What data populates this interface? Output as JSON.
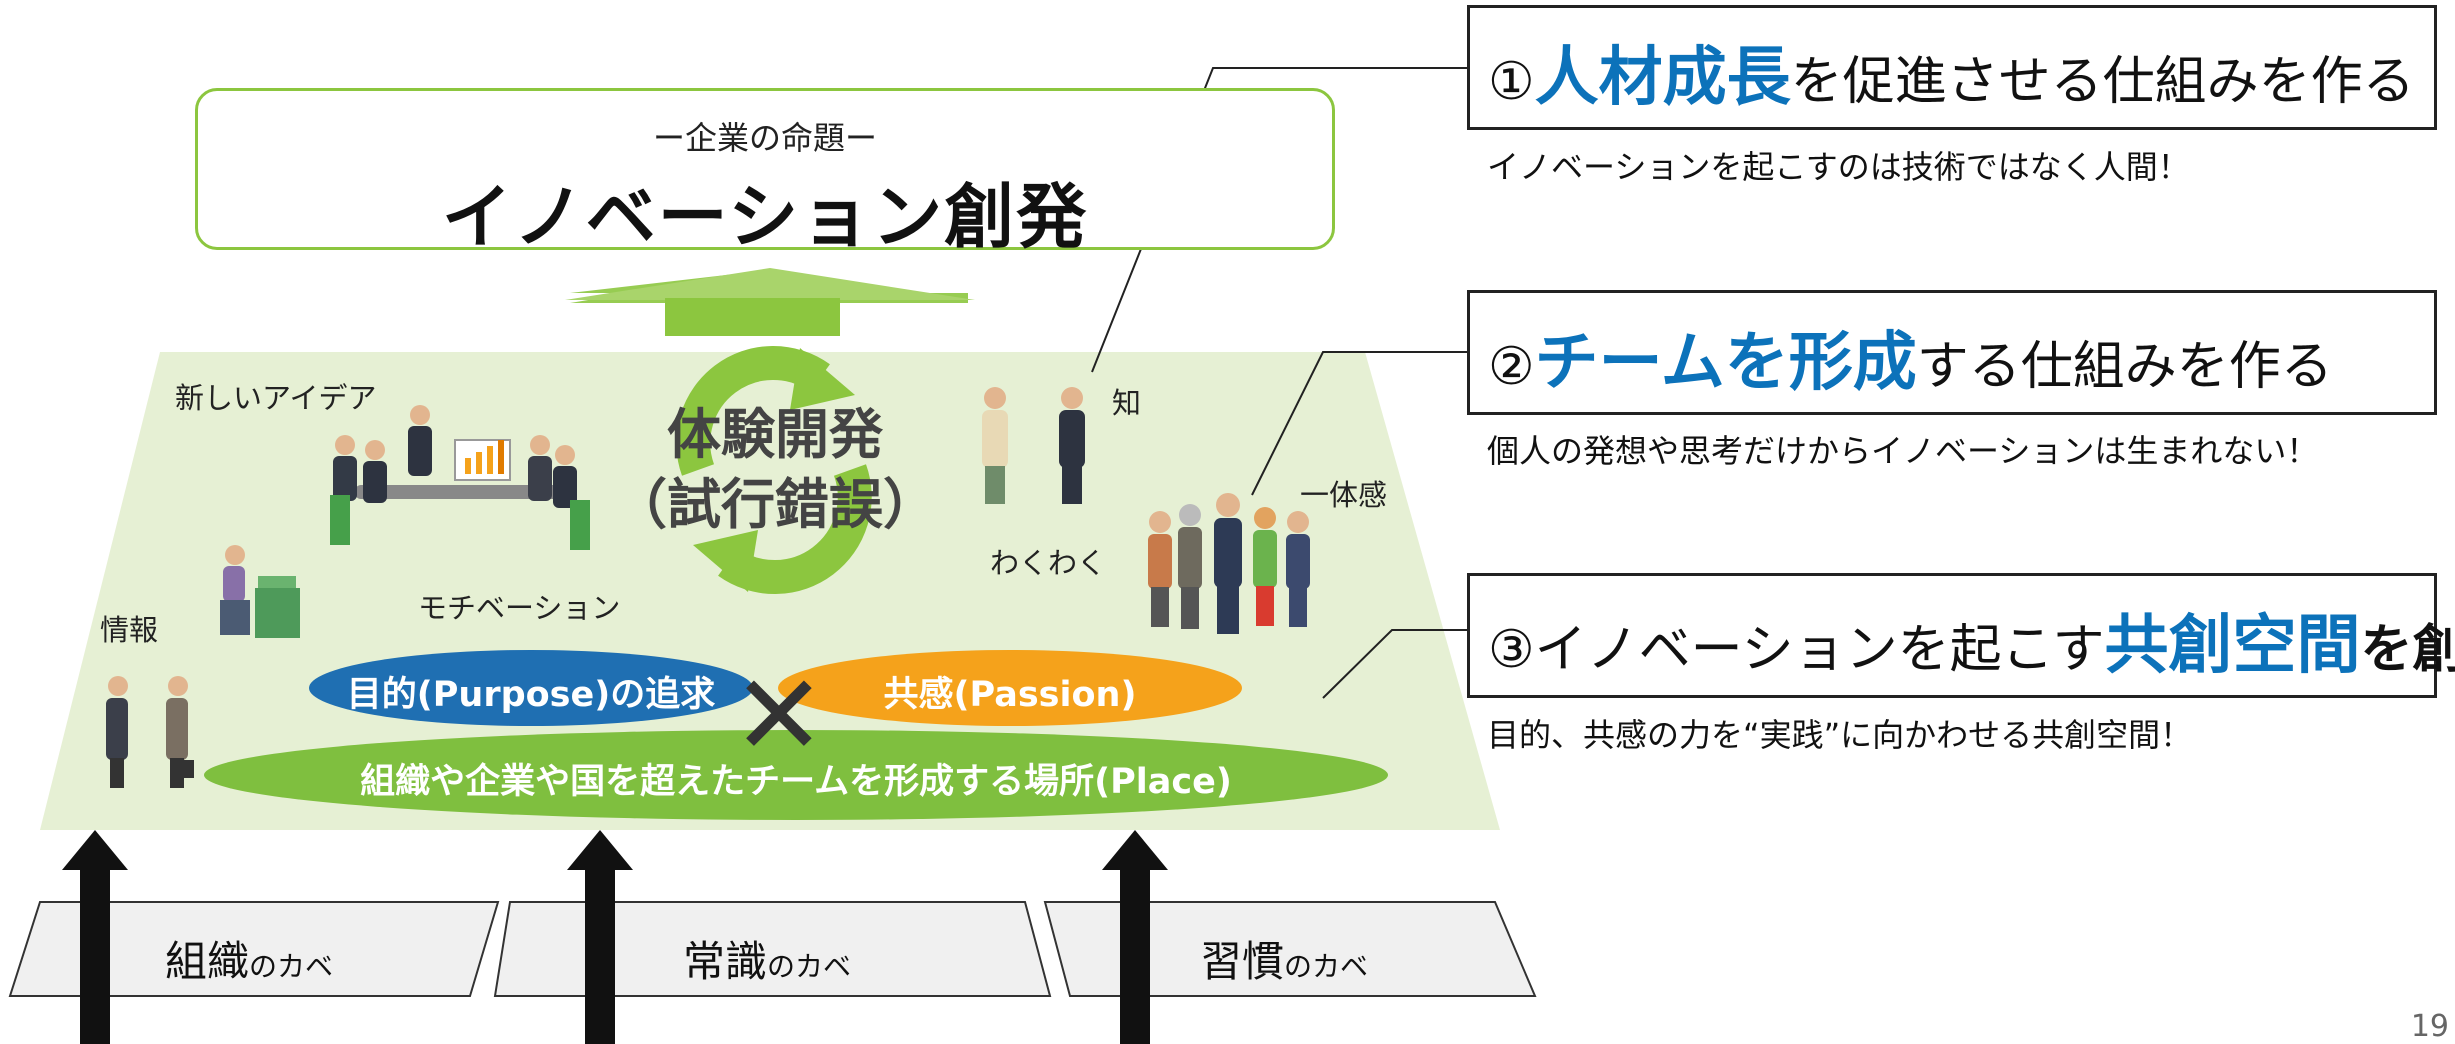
{
  "proposition": {
    "subtitle": "ー企業の命題ー",
    "title": "イノベーション創発"
  },
  "space_labels": {
    "new_idea": "新しいアイデア",
    "info": "情報",
    "motivation": "モチベーション",
    "knowledge": "知",
    "excitement": "わくわく",
    "unity": "一体感"
  },
  "center": {
    "line1": "体験開発",
    "line2": "（試行錯誤）"
  },
  "ellipses": {
    "purpose": "目的(Purpose)の追求",
    "passion": "共感(Passion)",
    "place": "組織や企業や国を超えたチームを形成する場所(Place)",
    "cross": "✕"
  },
  "walls": [
    {
      "main": "組織",
      "suffix": "のカベ"
    },
    {
      "main": "常識",
      "suffix": "のカベ"
    },
    {
      "main": "習慣",
      "suffix": "のカベ"
    }
  ],
  "points": [
    {
      "prefix": "①",
      "highlight": "人材成長",
      "suffix": "を促進させる仕組みを作る",
      "description": "イノベーションを起こすのは技術ではなく人間！"
    },
    {
      "prefix": "②",
      "highlight": "チームを形成",
      "suffix": "する仕組みを作る",
      "description": "個人の発想や思考だけからイノベーションは生まれない！"
    },
    {
      "prefix": "③イノベーションを起こす",
      "highlight": "共創空間",
      "suffix": "を創る",
      "description": "目的、共感の力を“実践”に向かわせる共創空間！"
    }
  ],
  "page_number": "19",
  "colors": {
    "platform": "#e6f0d4",
    "green": "#7fbf3f",
    "purpose_blue": "#1f6fb2",
    "passion_orange": "#f5a21b",
    "highlight_blue": "#0c72ba"
  }
}
